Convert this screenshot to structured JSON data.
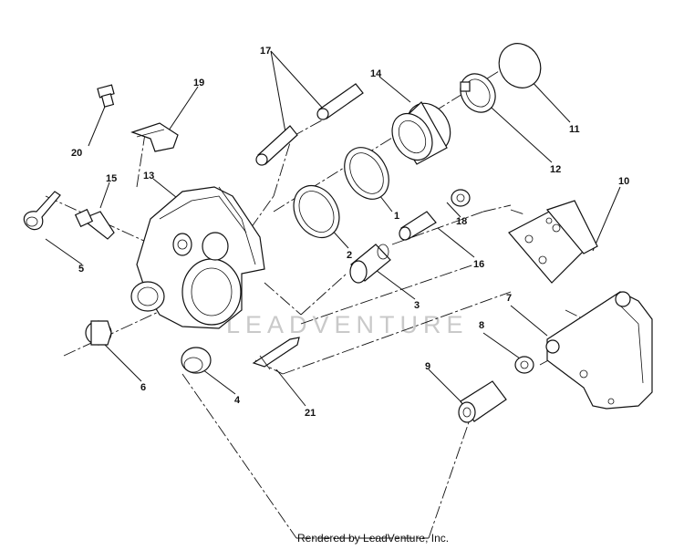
{
  "watermark": "LEADVENTURE",
  "footer": "Rendered by LeadVenture, Inc.",
  "callouts": [
    {
      "id": "c1",
      "label": "1"
    },
    {
      "id": "c2",
      "label": "2"
    },
    {
      "id": "c3",
      "label": "3"
    },
    {
      "id": "c4",
      "label": "4"
    },
    {
      "id": "c5",
      "label": "5"
    },
    {
      "id": "c6",
      "label": "6"
    },
    {
      "id": "c7",
      "label": "7"
    },
    {
      "id": "c8",
      "label": "8"
    },
    {
      "id": "c9",
      "label": "9"
    },
    {
      "id": "c10",
      "label": "10"
    },
    {
      "id": "c11",
      "label": "11"
    },
    {
      "id": "c12",
      "label": "12"
    },
    {
      "id": "c13",
      "label": "13"
    },
    {
      "id": "c14",
      "label": "14"
    },
    {
      "id": "c15",
      "label": "15"
    },
    {
      "id": "c16",
      "label": "16"
    },
    {
      "id": "c17",
      "label": "17"
    },
    {
      "id": "c18",
      "label": "18"
    },
    {
      "id": "c19",
      "label": "19"
    },
    {
      "id": "c20",
      "label": "20"
    },
    {
      "id": "c21",
      "label": "21"
    }
  ]
}
